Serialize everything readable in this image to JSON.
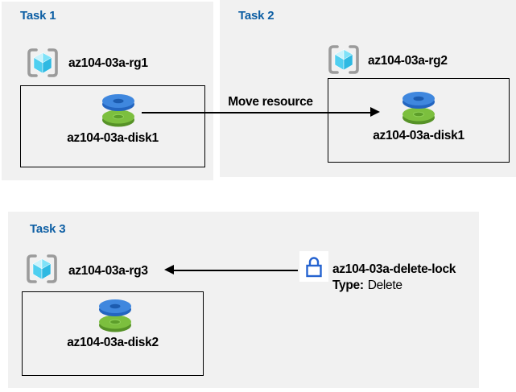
{
  "tasks": [
    {
      "title": "Task 1",
      "resource_group": "az104-03a-rg1",
      "resource": "az104-03a-disk1"
    },
    {
      "title": "Task 2",
      "resource_group": "az104-03a-rg2",
      "resource": "az104-03a-disk1"
    },
    {
      "title": "Task 3",
      "resource_group": "az104-03a-rg3",
      "resource": "az104-03a-disk2"
    }
  ],
  "move_arrow": {
    "label": "Move resource"
  },
  "lock": {
    "name": "az104-03a-delete-lock",
    "type_label": "Type:",
    "type_value": "Delete"
  },
  "colors": {
    "panel_bg": "#f1f1f1",
    "title_blue": "#0e5fa4",
    "text_black": "#000000",
    "arrow_black": "#000000",
    "lock_blue": "#2563d0",
    "disk_blue_face": "#3f87de",
    "disk_blue_rim": "#2365c0",
    "disk_blue_hole": "#1c5cb0",
    "disk_green_face": "#7cbf3e",
    "disk_green_rim": "#569227",
    "disk_green_hole": "#5d9e2a",
    "cube_cyan_light": "#c9f3fc",
    "cube_cyan_top": "#7fe2f8",
    "cube_cyan_left": "#4fcff0",
    "cube_cyan_right": "#2eb9e2",
    "bracket_gray": "#9b9b9b"
  }
}
